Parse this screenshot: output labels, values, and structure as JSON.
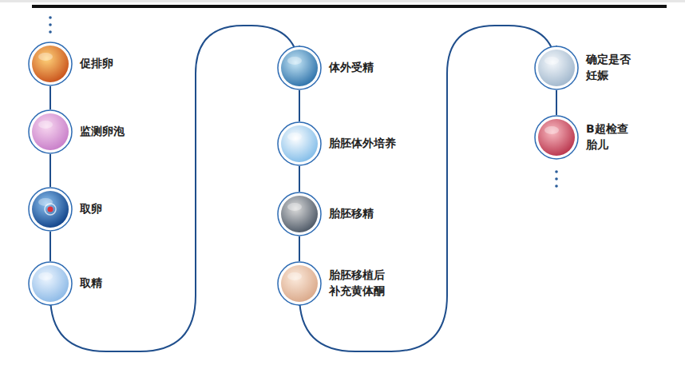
{
  "diagram": {
    "nodes": [
      {
        "text": [
          "促排卵"
        ]
      },
      {
        "text": [
          "监测卵泡"
        ]
      },
      {
        "text": [
          "取卵"
        ]
      },
      {
        "text": [
          "取精"
        ]
      },
      {
        "text": [
          "体外受精"
        ]
      },
      {
        "text": [
          "胎胚体外培养"
        ]
      },
      {
        "text": [
          "胎胚移精"
        ]
      },
      {
        "text": [
          "胎胚移植后 补充黄体酮"
        ]
      },
      {
        "text": [
          "确定是否 妊娠"
        ]
      },
      {
        "text": [
          "B超检查 胎儿"
        ]
      }
    ],
    "edges": [
      {
        "from": 0,
        "to": 1,
        "arrow": "none"
      },
      {
        "from": 1,
        "to": 2,
        "arrow": "none"
      },
      {
        "from": 2,
        "to": 3,
        "arrow": "none"
      },
      {
        "from": 3,
        "to": 4,
        "arrow": "none"
      },
      {
        "from": 4,
        "to": 5,
        "arrow": "none"
      },
      {
        "from": 5,
        "to": 6,
        "arrow": "none"
      },
      {
        "from": 6,
        "to": 7,
        "arrow": "none"
      },
      {
        "from": 7,
        "to": 8,
        "arrow": "none"
      },
      {
        "from": 8,
        "to": 9,
        "arrow": "none"
      }
    ]
  }
}
